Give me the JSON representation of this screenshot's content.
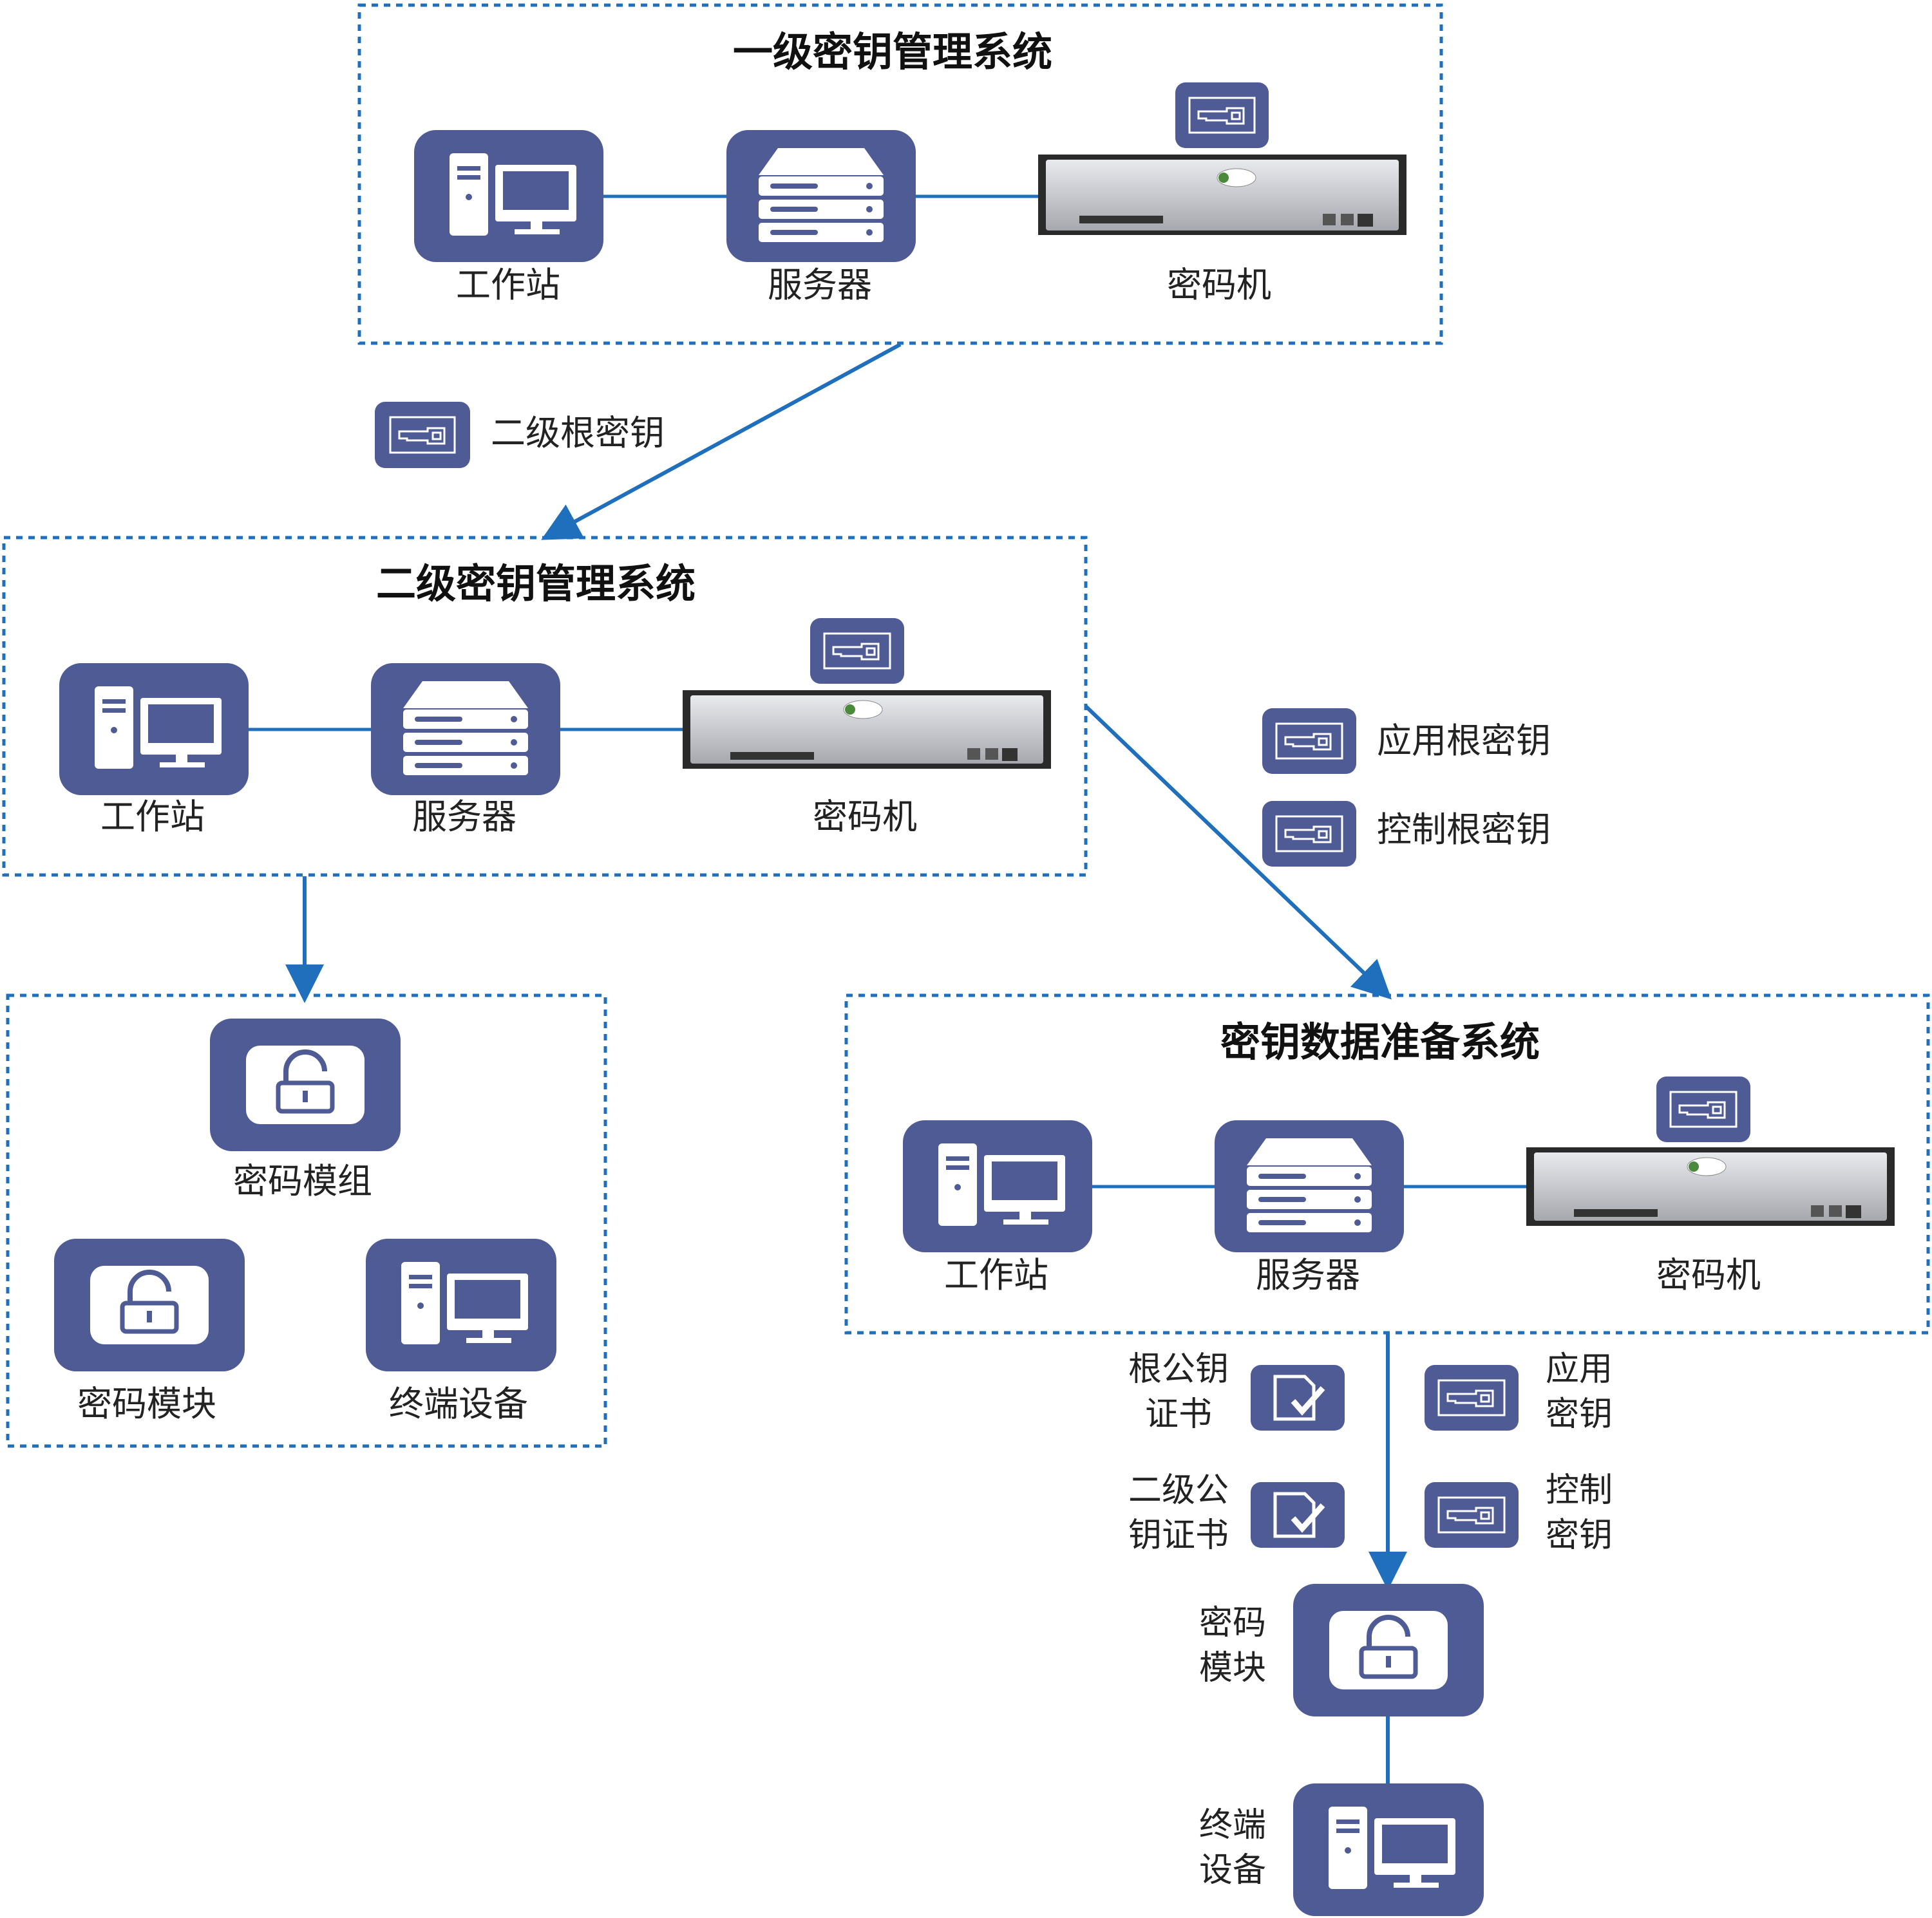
{
  "colors": {
    "tile": "#4f5b94",
    "connector": "#1f6fbd",
    "border": "#1f6fbd"
  },
  "level1": {
    "title": "一级密钥管理系统",
    "workstation": "工作站",
    "server": "服务器",
    "hsm": "密码机"
  },
  "transfer1": {
    "label": "二级根密钥"
  },
  "level2": {
    "title": "二级密钥管理系统",
    "workstation": "工作站",
    "server": "服务器",
    "hsm": "密码机"
  },
  "transfer2": {
    "items": [
      "应用根密钥",
      "控制根密钥"
    ]
  },
  "bottom_left": {
    "module_group": "密码模组",
    "module": "密码模块",
    "terminal": "终端设备"
  },
  "prep": {
    "title": "密钥数据准备系统",
    "workstation": "工作站",
    "server": "服务器",
    "hsm": "密码机"
  },
  "downloads": {
    "root_cert": [
      "根公钥",
      "证书"
    ],
    "l2_cert": [
      "二级公",
      "钥证书"
    ],
    "app_key": [
      "应用",
      "密钥"
    ],
    "ctrl_key": [
      "控制",
      "密钥"
    ]
  },
  "endpoint": {
    "module": [
      "密码",
      "模块"
    ],
    "terminal": [
      "终端",
      "设备"
    ]
  },
  "icons": [
    "workstation-icon",
    "server-icon",
    "key-icon",
    "lock-icon",
    "certificate-icon",
    "hsm-device"
  ]
}
